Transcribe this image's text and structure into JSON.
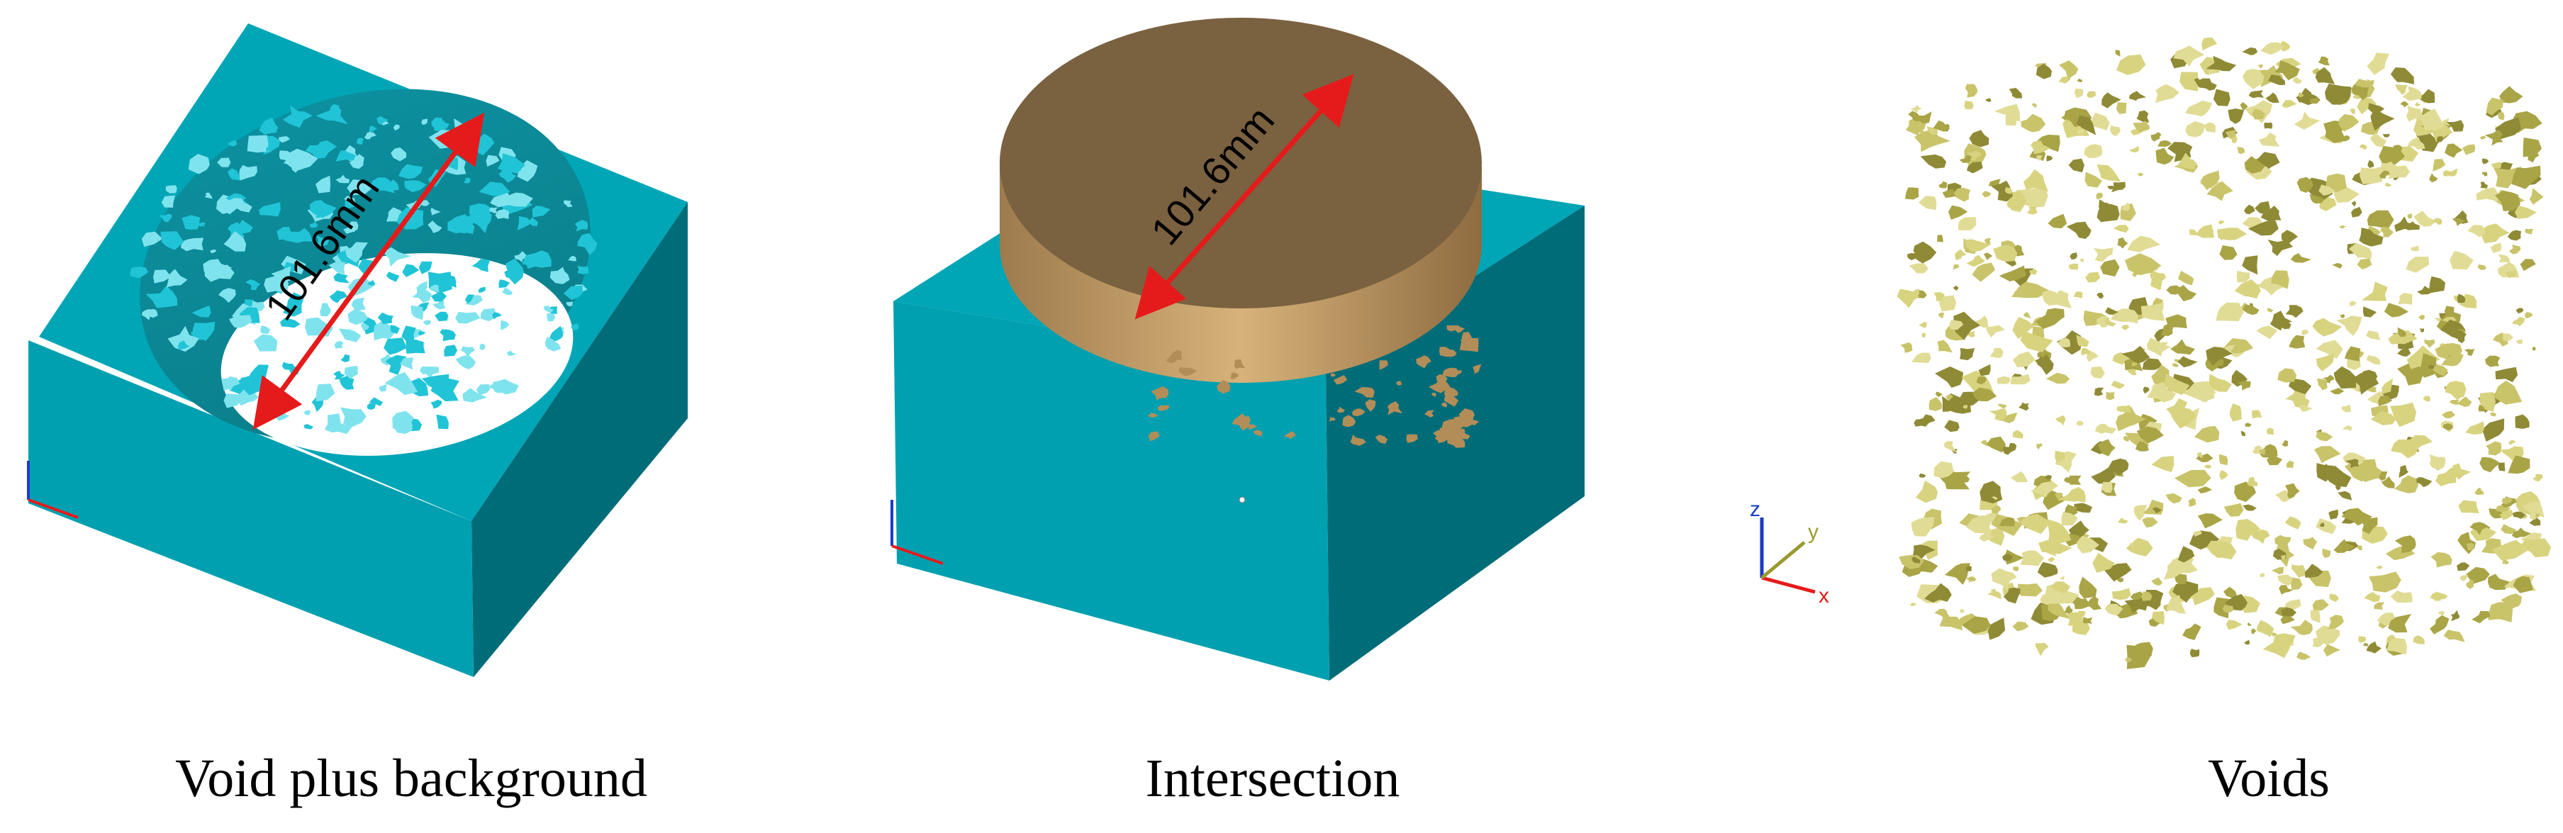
{
  "panels": [
    {
      "caption": "Void plus background",
      "dimension_label": "101.6mm"
    },
    {
      "caption": "Intersection",
      "dimension_label": "101.6mm"
    },
    {
      "caption": "Voids"
    }
  ],
  "axis_triad": {
    "z": "z",
    "x": "x",
    "y": "y"
  },
  "colors": {
    "block_front": "#00a0b0",
    "block_top": "#00a5b6",
    "block_side": "#006c78",
    "void_surface": "#20c4d6",
    "disc_top": "#7a6140",
    "disc_side": "#c9a56b",
    "voids": "#c9c46a",
    "arrow": "#e51b1b"
  }
}
